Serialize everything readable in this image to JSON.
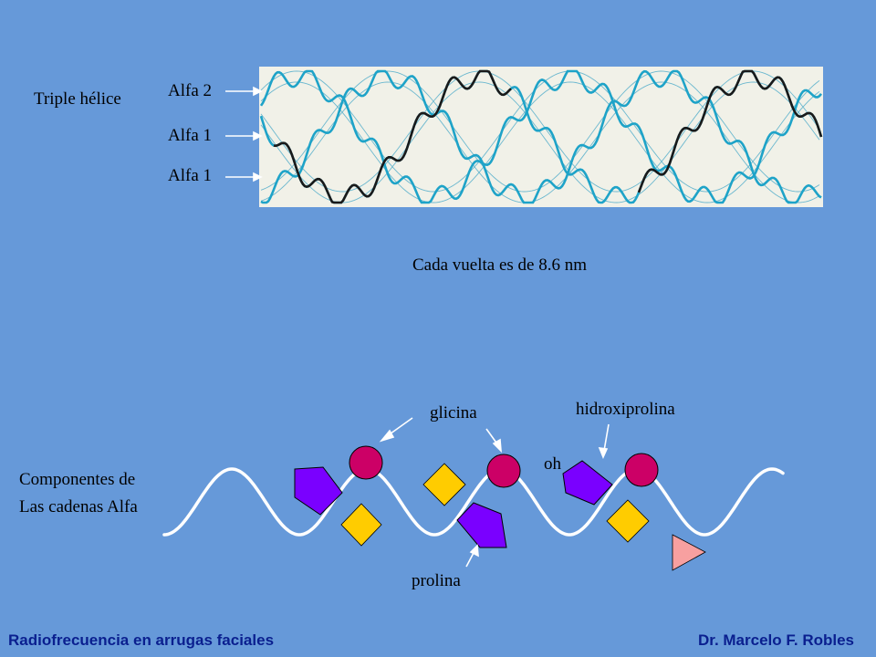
{
  "helix": {
    "title": "Triple hélice",
    "strands": [
      "Alfa 2",
      "Alfa 1",
      "Alfa 1"
    ],
    "caption": "Cada vuelta es de 8.6 nm"
  },
  "chain": {
    "title_line1": "Componentes de",
    "title_line2": "Las cadenas Alfa",
    "labels": {
      "glicina": "glicina",
      "hidroxiprolina": "hidroxiprolina",
      "oh": "oh",
      "prolina": "prolina"
    }
  },
  "colors": {
    "background": "#6699d9",
    "helix_panel": "#f1f1e8",
    "strand_blue": "#1ea3c8",
    "strand_dark": "#1a1a1a",
    "glycine": "#cc0066",
    "proline": "#7a00ff",
    "hydroxyproline_group": "#ffcc00",
    "terminal": "#f7a0a0",
    "footer_text": "#0a1f8f"
  },
  "footer": {
    "left": "Radiofrecuencia en arrugas faciales",
    "right": "Dr. Marcelo F. Robles"
  }
}
